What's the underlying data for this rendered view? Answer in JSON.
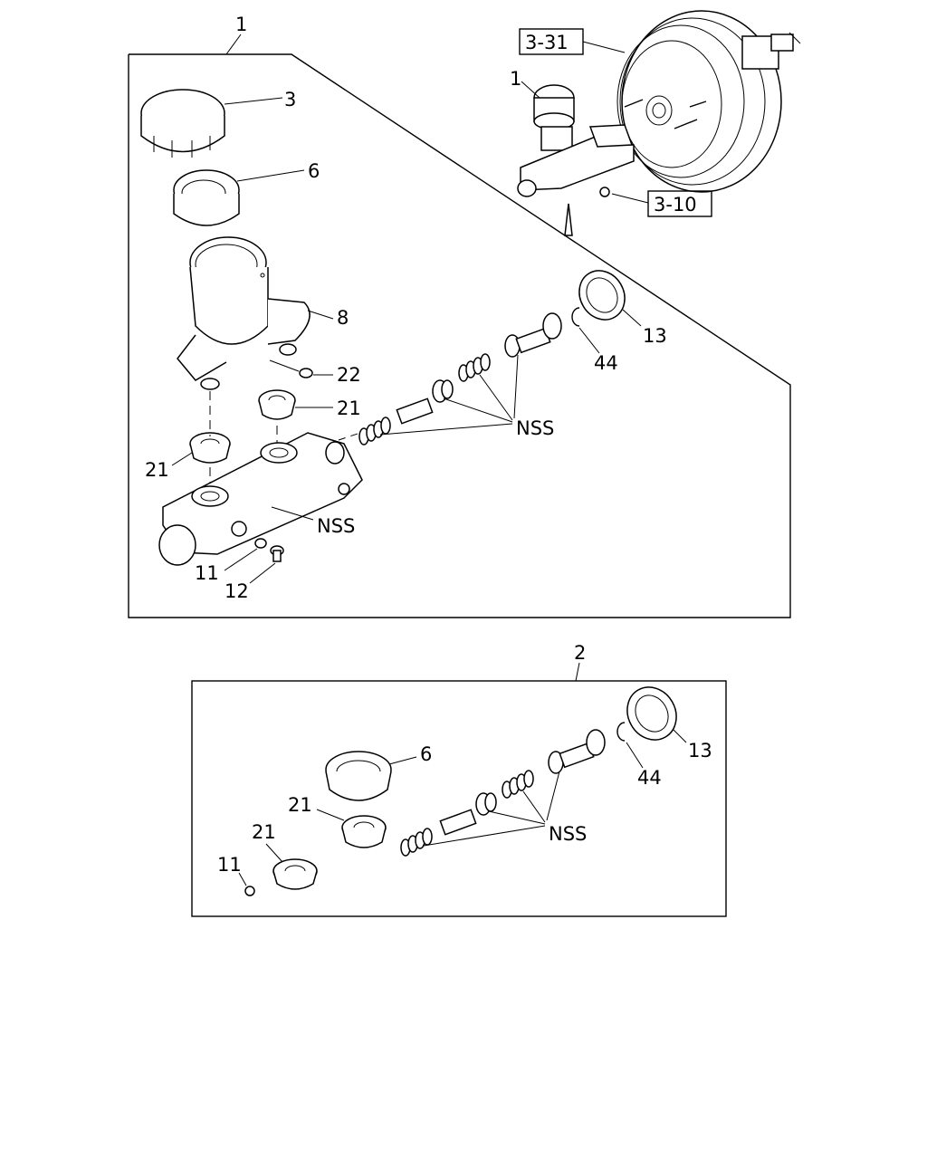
{
  "group1": {
    "label": "1"
  },
  "group2": {
    "label": "2"
  },
  "refs": {
    "booster": "3-31",
    "nut": "3-10"
  },
  "callouts_group1": {
    "assembly": "1",
    "cap": "3",
    "seal": "6",
    "reservoir": "8",
    "screw": "22",
    "grommet_upper": "21",
    "grommet_lower": "21",
    "body_nss": "NSS",
    "piston_nss": "NSS",
    "washer": "11",
    "bolt": "12",
    "ring": "13",
    "clip": "44"
  },
  "callouts_group2": {
    "seal": "6",
    "grommet_upper": "21",
    "grommet_lower": "21",
    "washer": "11",
    "piston_nss": "NSS",
    "ring": "13",
    "clip": "44"
  }
}
